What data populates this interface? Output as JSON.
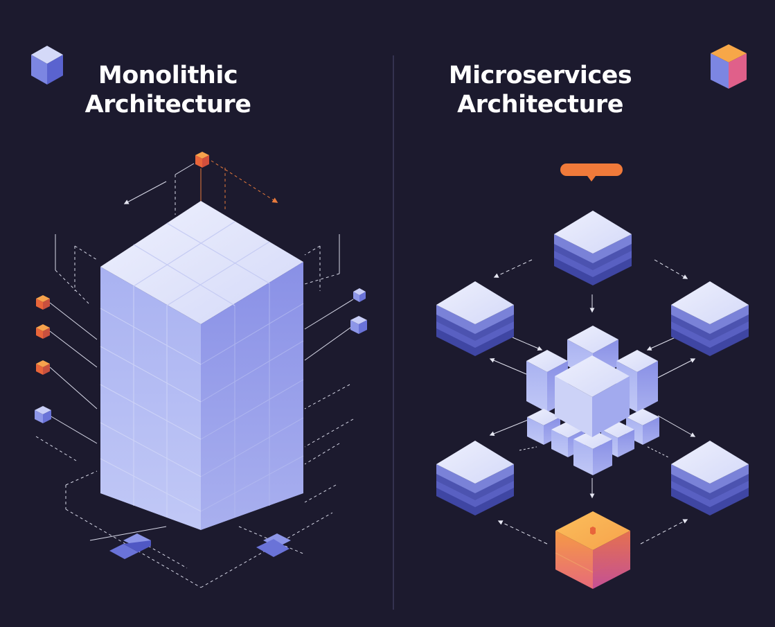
{
  "monolithic": {
    "title_line1": "Monolithic",
    "title_line2": "Architecture"
  },
  "microservices": {
    "title_line1": "Microservices",
    "title_line2": "Architecture"
  },
  "colors": {
    "background": "#1c1a2e",
    "cube_top": "#e3e6fb",
    "cube_left": "#b4bdf3",
    "cube_right": "#8e97e6",
    "layer_dark": "#4c53b0",
    "accent_orange": "#f07a3a",
    "accent_pink": "#e0608a",
    "divider": "#3c3a5c",
    "connector": "#d8d9e8"
  },
  "icons": {
    "monolithic_badge": "blue-cube-icon",
    "microservices_badge": "orange-pink-cube-icon"
  }
}
